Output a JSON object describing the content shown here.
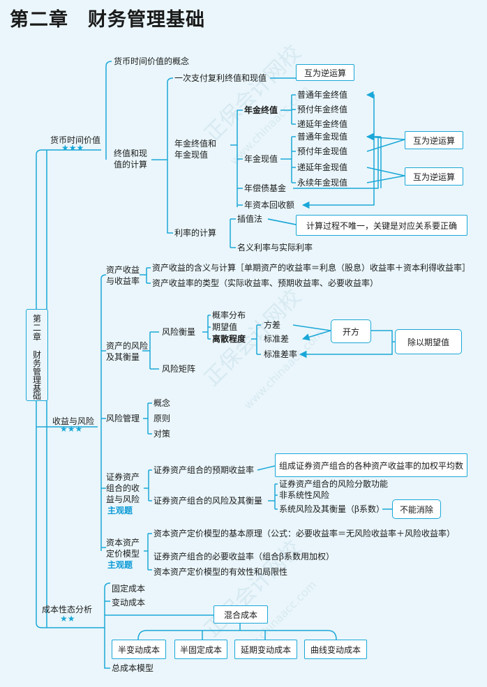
{
  "title": "第二章　财务管理基础",
  "root": [
    "第",
    "二",
    "章",
    "",
    "财",
    "务",
    "管",
    "理",
    "基",
    "础"
  ],
  "watermark": "正保会计网校",
  "watermark_url": "www.chinaacc.com",
  "stars3": "★★★",
  "stars2": "★★",
  "s1": {
    "label": "货币时间价值",
    "concept": "货币时间价值的概念",
    "calc": [
      "终值和现",
      "值的计算"
    ],
    "single": "一次支付复利终值和现值",
    "inverse": "互为逆运算",
    "annuity": [
      "年金终值和",
      "年金现值"
    ],
    "fv": "年金终值",
    "fv_items": [
      "普通年金终值",
      "预付年金终值",
      "递延年金终值"
    ],
    "pv": "年金现值",
    "pv_items": [
      "普通年金现值",
      "预付年金现值",
      "递延年金现值",
      "永续年金现值"
    ],
    "sinking": "年偿债基金",
    "recovery": "年资本回收额",
    "rate": "利率的计算",
    "interp": "插值法",
    "interp_note": "计算过程不唯一，关键是对应关系要正确",
    "nominal": "名义利率与实际利率"
  },
  "s2": {
    "label": "收益与风险",
    "ret": [
      "资产收益",
      "与收益率"
    ],
    "ret1": "资产收益的含义与计算［单期资产的收益率＝利息（股息）收益率＋资本利得收益率］",
    "ret2": "资产收益率的类型（实际收益率、预期收益率、必要收益率）",
    "risk": [
      "资产的风险",
      "及其衡量"
    ],
    "measure": "风险衡量",
    "m_items": [
      "概率分布",
      "期望值",
      "离散程度"
    ],
    "disp_items": [
      "方差",
      "标准差",
      "标准差率"
    ],
    "sqrt": "开方",
    "div": "除以期望值",
    "matrix": "风险矩阵",
    "mgmt": "风险管理",
    "mgmt_items": [
      "概念",
      "原则",
      "对策"
    ],
    "port": [
      "证券资产",
      "组合的收",
      "益与风险"
    ],
    "subj": "主观题",
    "port1": "证券资产组合的预期收益率",
    "port1_note": "组成证券资产组合的各种资产收益率的加权平均数",
    "port2": "证券资产组合的风险及其衡量",
    "port2_items": [
      "证券资产组合的风险分散功能",
      "非系统性风险",
      "系统风险及其衡量（β系数）"
    ],
    "no_elim": "不能消除",
    "capm": [
      "资本资产",
      "定价模型"
    ],
    "capm1": "资本资产定价模型的基本原理（公式：必要收益率＝无风险收益率＋风险收益率）",
    "capm2": "证券资产组合的必要收益率（组合β系数用加权）",
    "capm3": "资本资产定价模型的有效性和局限性"
  },
  "s3": {
    "label": "成本性态分析",
    "fixed": "固定成本",
    "variable": "变动成本",
    "mixed": "混合成本",
    "mixed_items": [
      "半变动成本",
      "半固定成本",
      "延期变动成本",
      "曲线变动成本"
    ],
    "total": "总成本模型"
  }
}
